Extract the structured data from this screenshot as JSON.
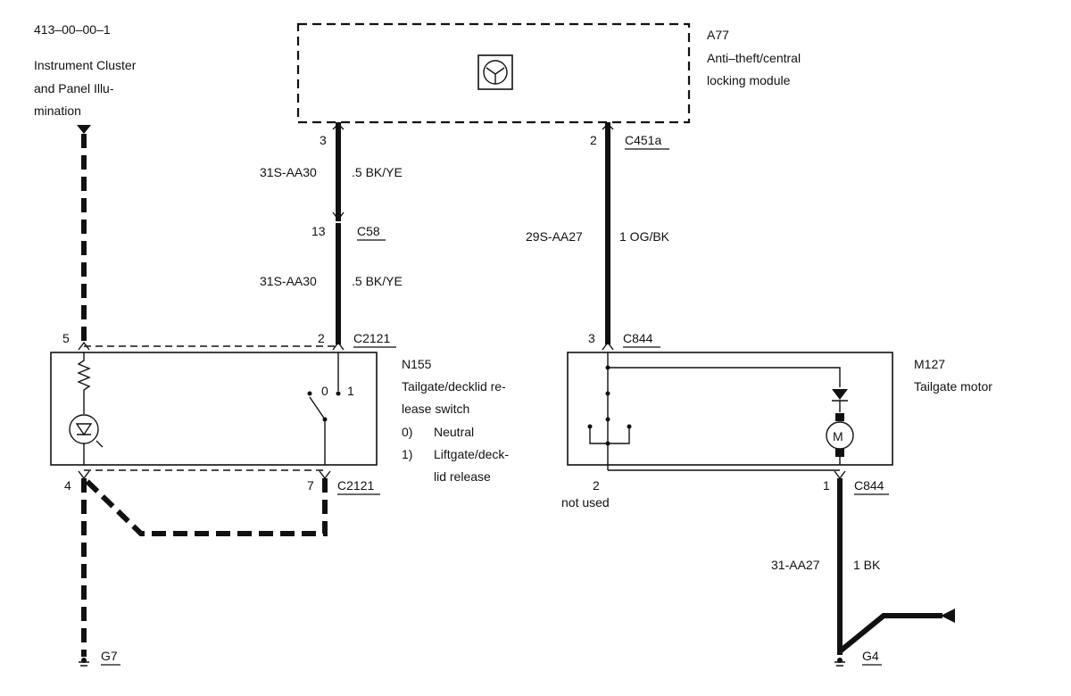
{
  "ref": {
    "code": "413–00–00–1",
    "title_lines": [
      "Instrument Cluster",
      "and Panel Illu-",
      "mination"
    ]
  },
  "module": {
    "id": "A77",
    "lines": [
      "Anti–theft/central",
      "locking module"
    ],
    "pin_left": "3",
    "pin_right": "2",
    "connector_right": "C451a"
  },
  "wire_left_upper": {
    "circuit": "31S-AA30",
    "spec": ".5 BK/YE"
  },
  "inline_connector": {
    "pin": "13",
    "label": "C58"
  },
  "wire_left_lower": {
    "circuit": "31S-AA30",
    "spec": ".5 BK/YE"
  },
  "wire_right": {
    "circuit": "29S-AA27",
    "spec": "1 OG/BK"
  },
  "switch": {
    "id": "N155",
    "lines": [
      "Tailgate/decklid re-",
      "lease switch"
    ],
    "positions": [
      {
        "num": "0)",
        "text": "Neutral"
      },
      {
        "num": "1)",
        "text": "Liftgate/deck-"
      },
      {
        "num": "",
        "text": "lid release"
      }
    ],
    "pin_5": "5",
    "pin_2": "2",
    "top_connector": "C2121",
    "pin_4": "4",
    "pin_7": "7",
    "bottom_connector": "C2121",
    "switch_pos_0": "0",
    "switch_pos_1": "1"
  },
  "motor": {
    "id": "M127",
    "lines": [
      "Tailgate motor"
    ],
    "pin_3": "3",
    "top_connector": "C844",
    "pin_2": "2",
    "pin_2_note": "not used",
    "pin_1": "1",
    "bottom_connector": "C844",
    "symbol": "M"
  },
  "wire_motor_ground": {
    "circuit": "31-AA27",
    "spec": "1 BK"
  },
  "grounds": {
    "left": "G7",
    "right": "G4"
  },
  "colors": {
    "ink": "#111111",
    "paper": "#ffffff"
  }
}
